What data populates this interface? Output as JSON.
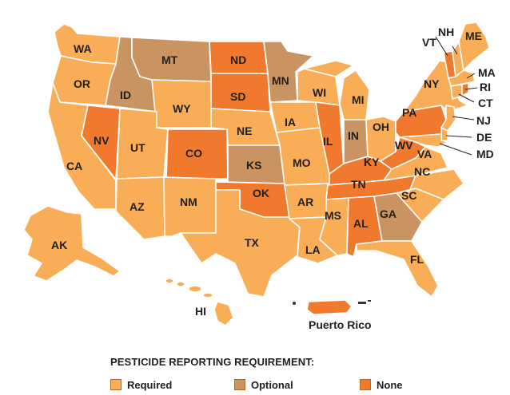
{
  "legend": {
    "title": "PESTICIDE REPORTING REQUIREMENT:",
    "items": [
      {
        "key": "required",
        "label": "Required",
        "color": "#f9ad57"
      },
      {
        "key": "optional",
        "label": "Optional",
        "color": "#c99462"
      },
      {
        "key": "none",
        "label": "None",
        "color": "#f1792e"
      }
    ]
  },
  "states": [
    {
      "abbr": "WA",
      "status": "required"
    },
    {
      "abbr": "OR",
      "status": "required"
    },
    {
      "abbr": "CA",
      "status": "required"
    },
    {
      "abbr": "ID",
      "status": "optional"
    },
    {
      "abbr": "NV",
      "status": "none"
    },
    {
      "abbr": "MT",
      "status": "optional"
    },
    {
      "abbr": "WY",
      "status": "required"
    },
    {
      "abbr": "UT",
      "status": "required"
    },
    {
      "abbr": "AZ",
      "status": "required"
    },
    {
      "abbr": "CO",
      "status": "none"
    },
    {
      "abbr": "NM",
      "status": "required"
    },
    {
      "abbr": "ND",
      "status": "none"
    },
    {
      "abbr": "SD",
      "status": "none"
    },
    {
      "abbr": "NE",
      "status": "required"
    },
    {
      "abbr": "KS",
      "status": "optional"
    },
    {
      "abbr": "OK",
      "status": "none"
    },
    {
      "abbr": "TX",
      "status": "required"
    },
    {
      "abbr": "MN",
      "status": "optional"
    },
    {
      "abbr": "IA",
      "status": "required"
    },
    {
      "abbr": "MO",
      "status": "required"
    },
    {
      "abbr": "AR",
      "status": "required"
    },
    {
      "abbr": "LA",
      "status": "required"
    },
    {
      "abbr": "WI",
      "status": "required"
    },
    {
      "abbr": "IL",
      "status": "none"
    },
    {
      "abbr": "MI",
      "status": "required"
    },
    {
      "abbr": "IN",
      "status": "optional"
    },
    {
      "abbr": "OH",
      "status": "required"
    },
    {
      "abbr": "KY",
      "status": "none"
    },
    {
      "abbr": "TN",
      "status": "none"
    },
    {
      "abbr": "MS",
      "status": "required"
    },
    {
      "abbr": "AL",
      "status": "none"
    },
    {
      "abbr": "GA",
      "status": "optional"
    },
    {
      "abbr": "FL",
      "status": "required"
    },
    {
      "abbr": "SC",
      "status": "required"
    },
    {
      "abbr": "NC",
      "status": "required"
    },
    {
      "abbr": "VA",
      "status": "required"
    },
    {
      "abbr": "WV",
      "status": "none"
    },
    {
      "abbr": "PA",
      "status": "none"
    },
    {
      "abbr": "NY",
      "status": "required"
    },
    {
      "abbr": "VT",
      "status": "none"
    },
    {
      "abbr": "NH",
      "status": "required"
    },
    {
      "abbr": "ME",
      "status": "required"
    },
    {
      "abbr": "MA",
      "status": "required"
    },
    {
      "abbr": "RI",
      "status": "none"
    },
    {
      "abbr": "CT",
      "status": "required"
    },
    {
      "abbr": "NJ",
      "status": "required"
    },
    {
      "abbr": "DE",
      "status": "required"
    },
    {
      "abbr": "MD",
      "status": "required"
    },
    {
      "abbr": "AK",
      "status": "required"
    },
    {
      "abbr": "HI",
      "status": "required"
    },
    {
      "abbr": "Puerto Rico",
      "status": "none"
    }
  ]
}
